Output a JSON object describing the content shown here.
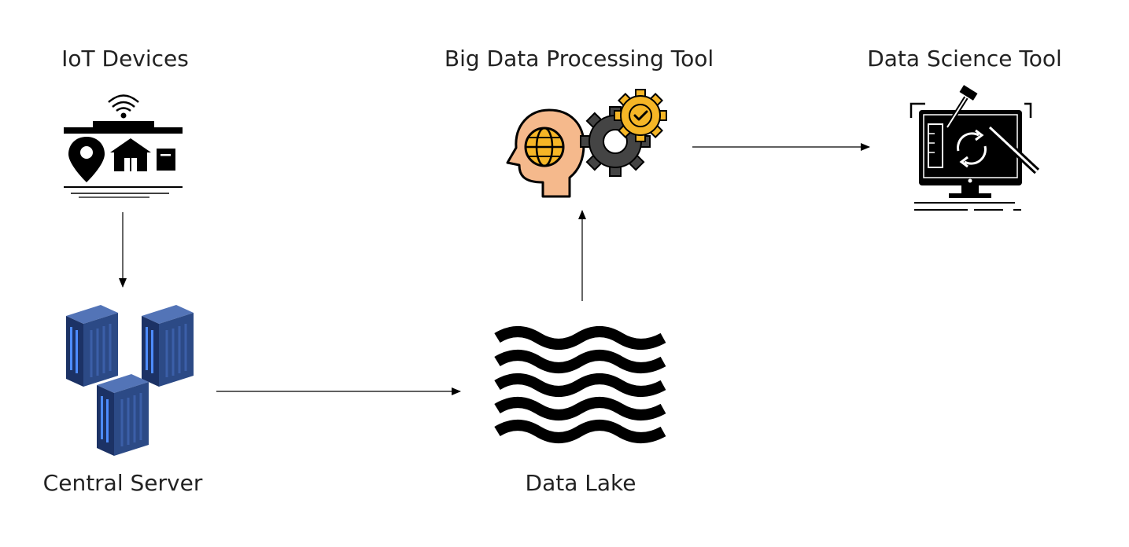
{
  "nodes": {
    "iot_devices": {
      "label": "IoT Devices",
      "icon": "iot-house-location-icon"
    },
    "big_data_tool": {
      "label": "Big Data Processing Tool",
      "icon": "head-globe-gears-icon"
    },
    "data_science_tool": {
      "label": "Data Science Tool",
      "icon": "monitor-tools-icon"
    },
    "central_server": {
      "label": "Central Server",
      "icon": "server-racks-icon"
    },
    "data_lake": {
      "label": "Data Lake",
      "icon": "waves-icon"
    }
  },
  "edges": [
    {
      "from": "iot_devices",
      "to": "central_server"
    },
    {
      "from": "central_server",
      "to": "data_lake"
    },
    {
      "from": "data_lake",
      "to": "big_data_tool"
    },
    {
      "from": "big_data_tool",
      "to": "data_science_tool"
    }
  ],
  "colors": {
    "server_blue": "#2c4a86",
    "server_dark": "#1c3265",
    "skin": "#f5b98c",
    "gear_dark": "#444444",
    "gear_yellow": "#f6b626",
    "ink": "#000000"
  }
}
